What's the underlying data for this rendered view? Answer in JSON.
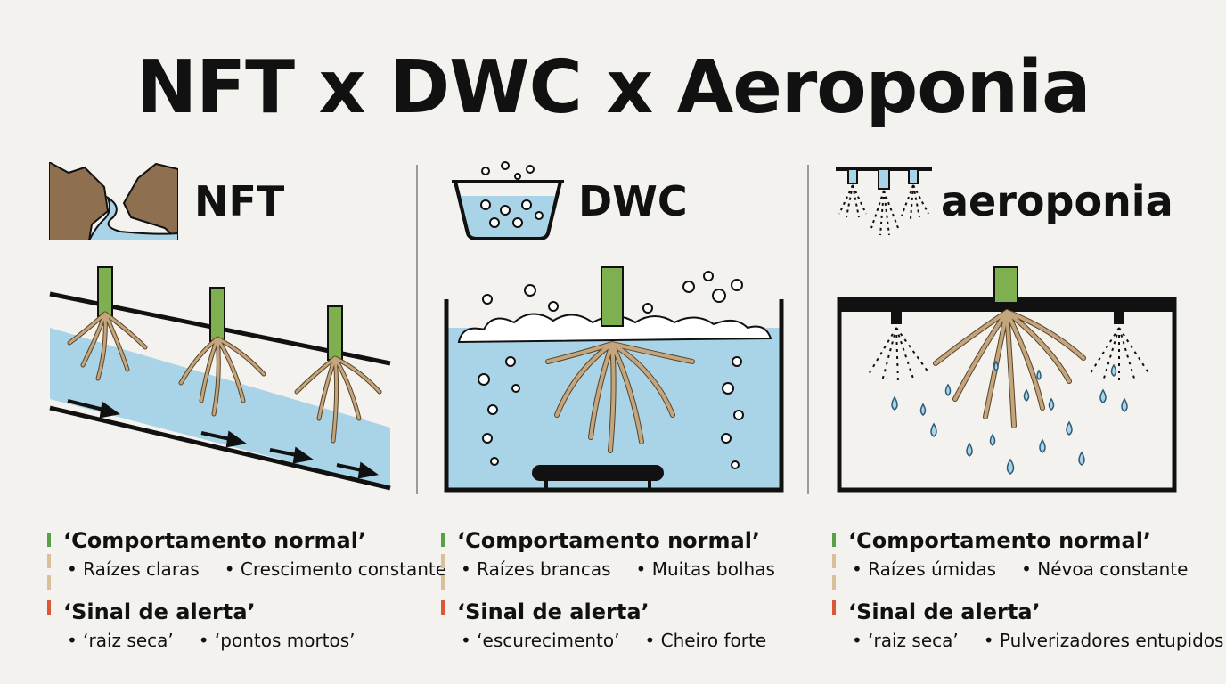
{
  "title": "NFT x DWC x Aeroponia",
  "colors": {
    "background": "#f3f2ee",
    "water": "#a9d3e6",
    "stem": "#7fb04f",
    "root": "#c4a67e",
    "terrain": "#8e7050",
    "normal_bar": "#5aa047",
    "neutral_bar": "#d8c19a",
    "alert_bar": "#d9573b"
  },
  "columns": [
    {
      "key": "nft",
      "label": "NFT",
      "icon": "river-valley-icon",
      "normal_title": "‘Comportamento normal’",
      "normal_items": [
        "Raízes claras",
        "Crescimento constante"
      ],
      "alert_title": "‘Sinal de alerta’",
      "alert_items": [
        "‘raiz seca’",
        "‘pontos mortos’"
      ]
    },
    {
      "key": "dwc",
      "label": "DWC",
      "icon": "bubbling-tank-icon",
      "normal_title": "‘Comportamento normal’",
      "normal_items": [
        "Raízes brancas",
        "Muitas bolhas"
      ],
      "alert_title": "‘Sinal de alerta’",
      "alert_items": [
        "‘escurecimento’",
        "Cheiro forte"
      ]
    },
    {
      "key": "aero",
      "label": "aeroponia",
      "icon": "mist-sprayers-icon",
      "normal_title": "‘Comportamento normal’",
      "normal_items": [
        "Raízes úmidas",
        "Névoa constante"
      ],
      "alert_title": "‘Sinal de alerta’",
      "alert_items": [
        "‘raiz seca’",
        "Pulverizadores entupidos"
      ]
    }
  ]
}
